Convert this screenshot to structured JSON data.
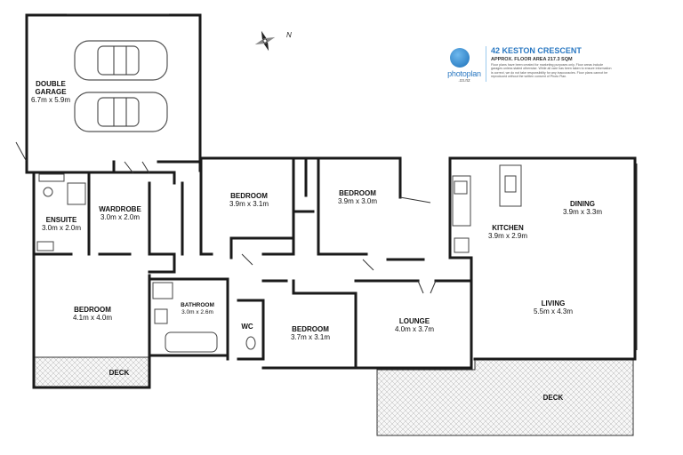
{
  "brand": {
    "logo_name": "photoplan",
    "logo_suffix": ".co.nz",
    "property_title": "42 KESTON CRESCENT",
    "floor_area": "APPROX. FLOOR AREA 217.3 SQM",
    "disclaimer": "Floor plans have been created for marketing purposes only. Floor areas include garages unless stated otherwise. While all care has been taken to ensure information is correct, we do not take responsibility for any inaccuracies. Floor plans cannot be reproduced without the written consent of Photo Plan."
  },
  "compass": {
    "north_label": "N"
  },
  "rooms": {
    "double_garage": {
      "name_line1": "DOUBLE",
      "name_line2": "GARAGE",
      "dims": "6.7m x 5.9m"
    },
    "ensuite": {
      "name": "ENSUITE",
      "dims": "3.0m x 2.0m"
    },
    "wardrobe": {
      "name": "WARDROBE",
      "dims": "3.0m x 2.0m"
    },
    "bedroom_1": {
      "name": "BEDROOM",
      "dims": "3.9m x 3.1m"
    },
    "bedroom_2": {
      "name": "BEDROOM",
      "dims": "3.9m x 3.0m"
    },
    "kitchen": {
      "name": "KITCHEN",
      "dims": "3.9m x 2.9m"
    },
    "dining": {
      "name": "DINING",
      "dims": "3.9m x 3.3m"
    },
    "bedroom_master": {
      "name": "BEDROOM",
      "dims": "4.1m x 4.0m"
    },
    "bathroom": {
      "name": "BATHROOM",
      "dims": "3.0m x 2.6m"
    },
    "wc": {
      "name": "WC"
    },
    "bedroom_3": {
      "name": "BEDROOM",
      "dims": "3.7m x 3.1m"
    },
    "lounge": {
      "name": "LOUNGE",
      "dims": "4.0m x 3.7m"
    },
    "living": {
      "name": "LIVING",
      "dims": "5.5m x 4.3m"
    },
    "deck_left": {
      "name": "DECK"
    },
    "deck_right": {
      "name": "DECK"
    }
  }
}
